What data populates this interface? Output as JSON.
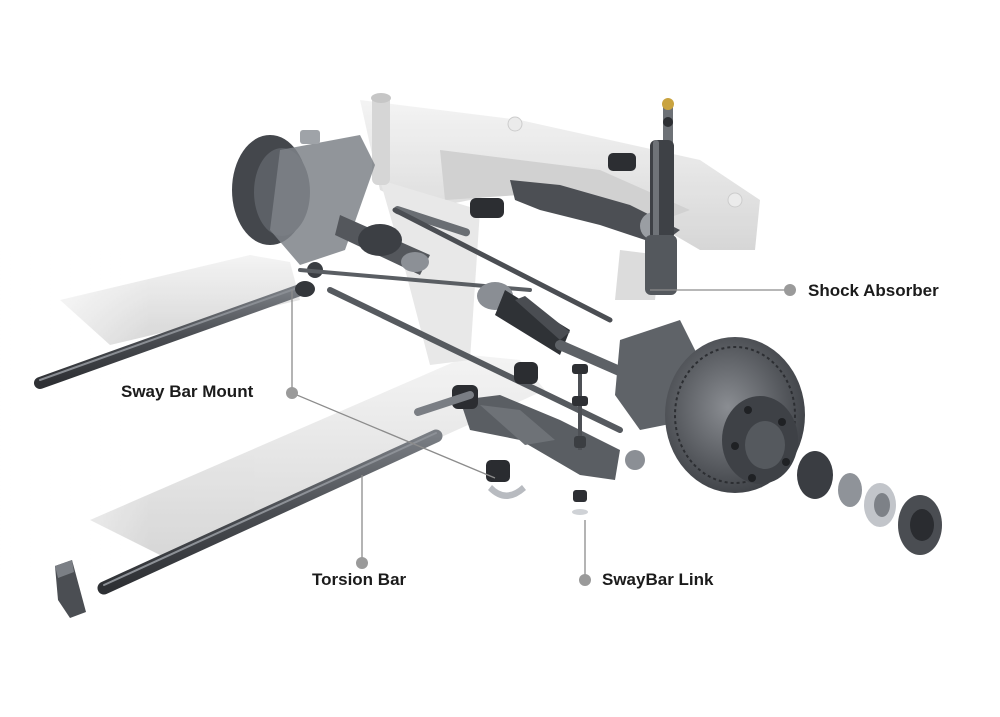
{
  "callouts": {
    "shock_absorber": "Shock Absorber",
    "sway_bar_mount": "Sway Bar Mount",
    "torsion_bar": "Torsion Bar",
    "swaybar_link": "SwayBar Link"
  },
  "colors": {
    "background": "#ffffff",
    "frame": "#dedede",
    "metal_dark": "#3a3d42",
    "metal_mid": "#6b6f75",
    "callout_dot": "#9a9a9a",
    "text": "#1b1b1b"
  }
}
